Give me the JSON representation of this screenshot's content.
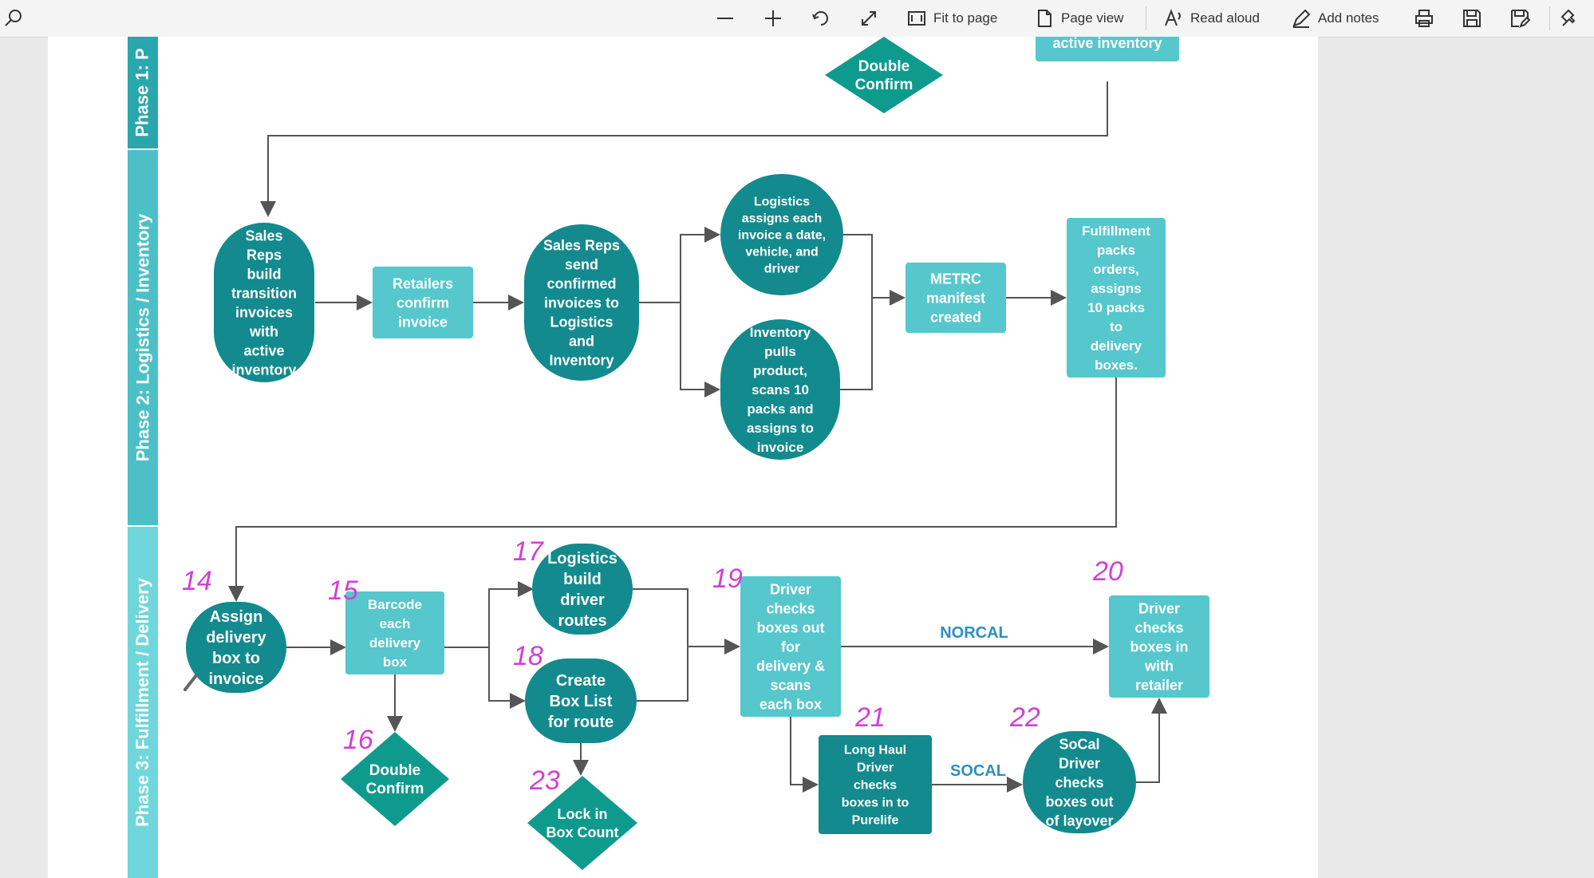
{
  "toolbar": {
    "search_icon": "search-icon",
    "zoom_out_icon": "minus-icon",
    "zoom_in_icon": "plus-icon",
    "rotate_icon": "rotate-icon",
    "fullscreen_icon": "expand-icon",
    "fit_to_page": "Fit to page",
    "page_view": "Page view",
    "read_aloud": "Read aloud",
    "add_notes": "Add notes",
    "print_icon": "print-icon",
    "save_icon": "save-icon",
    "save_as_icon": "save-as-icon",
    "pin_icon": "pin-icon"
  },
  "lanes": [
    {
      "id": "phase1",
      "label": "Phase 1: P",
      "color": "#2aa7ad"
    },
    {
      "id": "phase2",
      "label": "Phase 2: Logistics / Inventory",
      "color": "#4cc0c6"
    },
    {
      "id": "phase3",
      "label": "Phase 3: Fulfillment / Delivery",
      "color": "#6fd7db"
    }
  ],
  "colors": {
    "dark_node": "#138a8e",
    "light_node": "#55c7cd",
    "diamond": "#0f9a8e",
    "annotation": "#d23fd6",
    "edge_label": "#2d8fc0"
  },
  "nodes": {
    "p1_double_confirm": {
      "lines": [
        "Double",
        "Confirm"
      ]
    },
    "p1_active_inventory": {
      "lines": [
        "active inventory"
      ]
    },
    "sales_reps_build": {
      "lines": [
        "Sales",
        "Reps",
        "build",
        "transition",
        "invoices",
        "with",
        "active",
        "inventory"
      ]
    },
    "retailers_confirm": {
      "lines": [
        "Retailers",
        "confirm",
        "invoice"
      ]
    },
    "sales_reps_send": {
      "lines": [
        "Sales Reps",
        "send",
        "confirmed",
        "invoices to",
        "Logistics",
        "and",
        "Inventory"
      ]
    },
    "logistics_assigns": {
      "lines": [
        "Logistics",
        "assigns each",
        "invoice a date,",
        "vehicle, and",
        "driver"
      ]
    },
    "inventory_pulls": {
      "lines": [
        "Inventory",
        "pulls",
        "product,",
        "scans 10",
        "packs and",
        "assigns to",
        "invoice"
      ]
    },
    "metrc_manifest": {
      "lines": [
        "METRC",
        "manifest",
        "created"
      ]
    },
    "fulfillment_packs": {
      "lines": [
        "Fulfillment",
        "packs",
        "orders,",
        "assigns",
        "10 packs",
        "to",
        "delivery",
        "boxes."
      ]
    },
    "assign_delivery_box": {
      "lines": [
        "Assign",
        "delivery",
        "box to",
        "invoice"
      ]
    },
    "barcode_box": {
      "lines": [
        "Barcode",
        "each",
        "delivery",
        "box"
      ]
    },
    "p3_double_confirm": {
      "lines": [
        "Double",
        "Confirm"
      ]
    },
    "logistics_build_routes": {
      "lines": [
        "Logistics",
        "build",
        "driver",
        "routes"
      ]
    },
    "create_box_list": {
      "lines": [
        "Create",
        "Box List",
        "for route"
      ]
    },
    "lock_box_count": {
      "lines": [
        "Lock in",
        "Box Count"
      ]
    },
    "driver_checks_out": {
      "lines": [
        "Driver",
        "checks",
        "boxes out",
        "for",
        "delivery &",
        "scans",
        "each box"
      ]
    },
    "driver_checks_in": {
      "lines": [
        "Driver",
        "checks",
        "boxes in",
        "with",
        "retailer"
      ]
    },
    "long_haul": {
      "lines": [
        "Long Haul",
        "Driver",
        "checks",
        "boxes in to",
        "Purelife"
      ]
    },
    "socal_driver": {
      "lines": [
        "SoCal",
        "Driver",
        "checks",
        "boxes out",
        "of layover"
      ]
    }
  },
  "edge_labels": {
    "norcal": "NORCAL",
    "socal": "SOCAL"
  },
  "annotations": {
    "a14": "14",
    "a15": "15",
    "a16": "16",
    "a17": "17",
    "a18": "18",
    "a19": "19",
    "a20": "20",
    "a21": "21",
    "a22": "22",
    "a23": "23"
  }
}
